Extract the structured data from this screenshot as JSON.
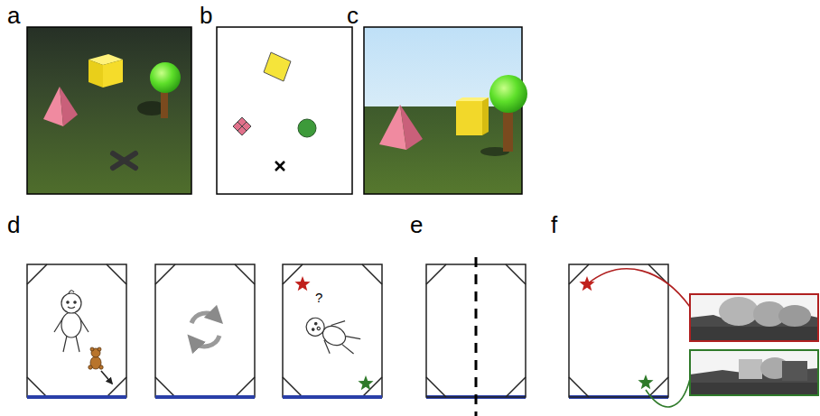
{
  "diagram": {
    "labels": [
      "a",
      "b",
      "c",
      "d",
      "e",
      "f",
      "?"
    ]
  }
}
